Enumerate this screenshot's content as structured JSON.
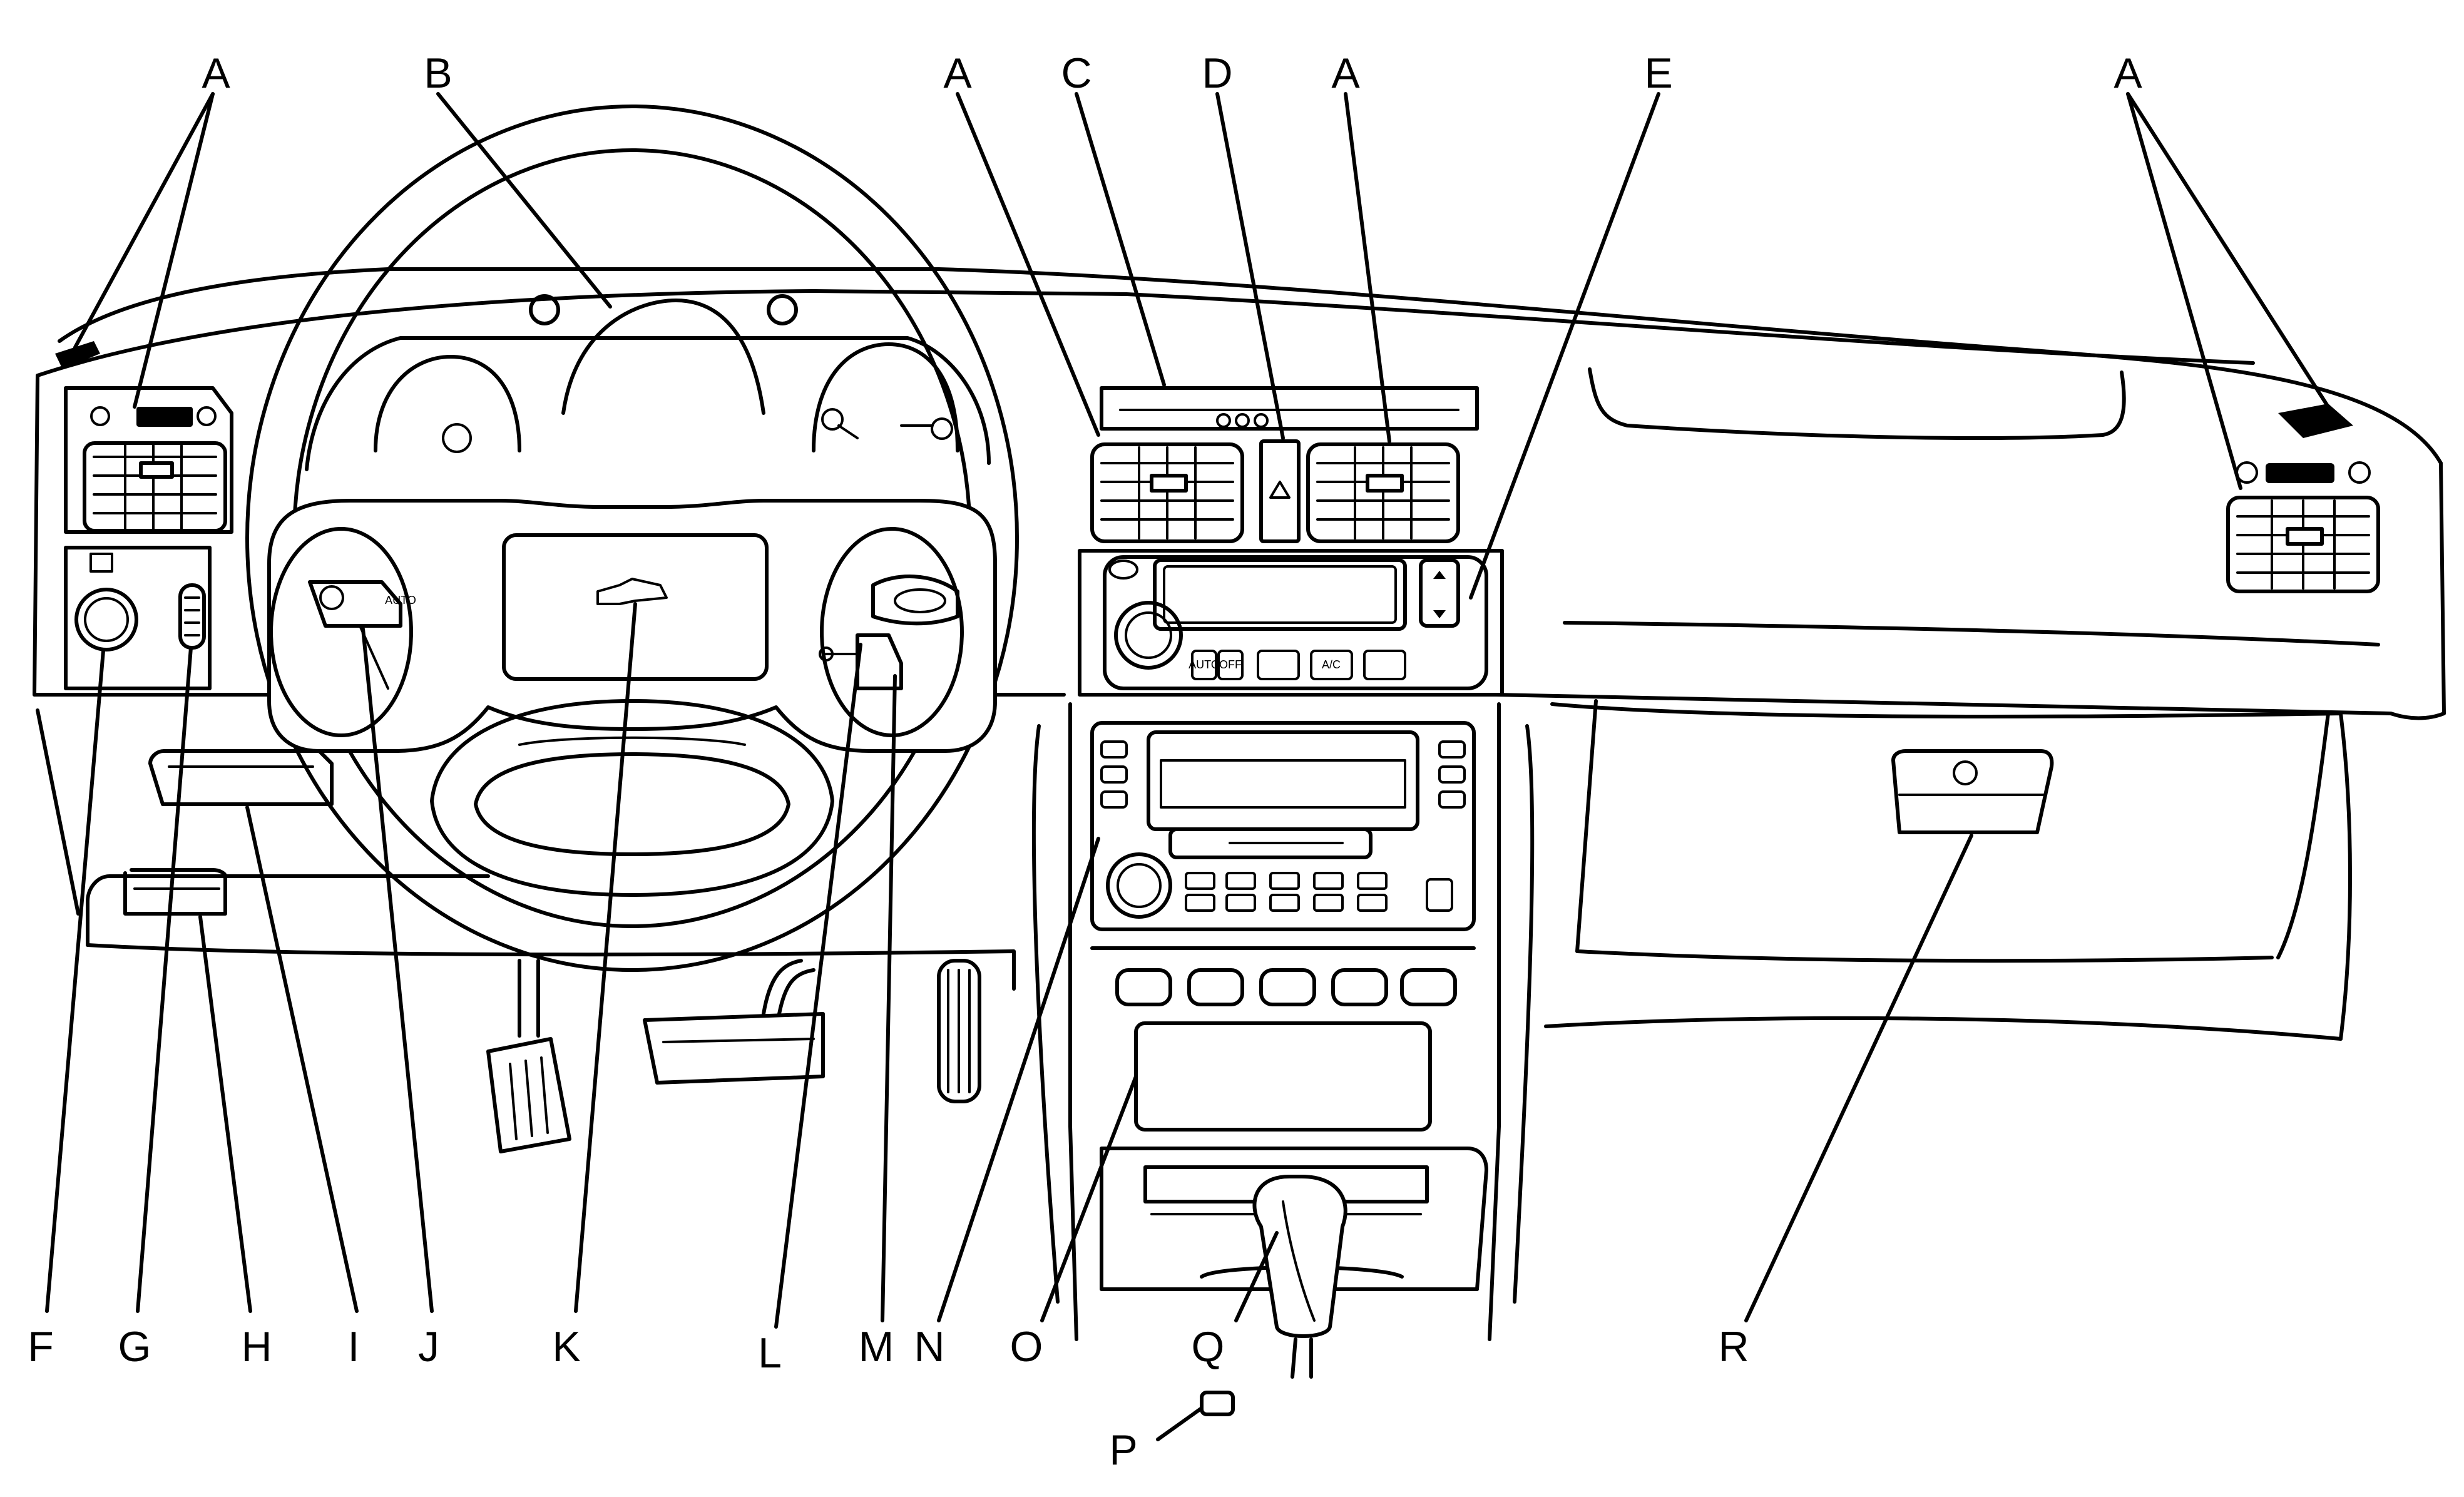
{
  "callouts": {
    "A": "A",
    "B": "B",
    "C": "C",
    "D": "D",
    "E": "E",
    "F": "F",
    "G": "G",
    "H": "H",
    "I": "I",
    "J": "J",
    "K": "K",
    "L": "L",
    "M": "M",
    "N": "N",
    "O": "O",
    "P": "P",
    "Q": "Q",
    "R": "R"
  },
  "buttons": {
    "auto": "AUTO",
    "off": "OFF",
    "ac": "A/C"
  }
}
